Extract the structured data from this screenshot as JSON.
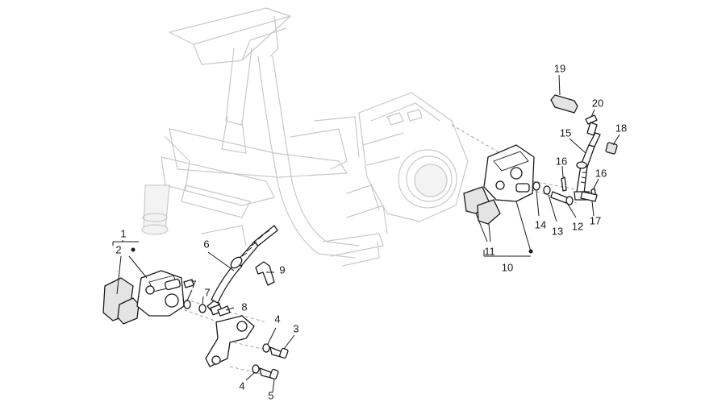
{
  "diagram": {
    "callouts": [
      "1",
      "2",
      "3",
      "4",
      "4",
      "5",
      "6",
      "7",
      "7",
      "8",
      "9",
      "10",
      "11",
      "12",
      "13",
      "14",
      "15",
      "16",
      "16",
      "17",
      "18",
      "19",
      "20"
    ]
  }
}
